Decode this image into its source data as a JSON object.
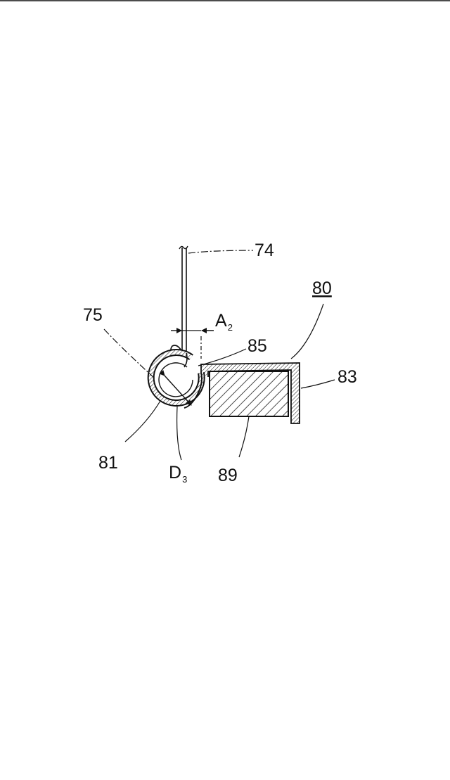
{
  "labels": {
    "part_74": "74",
    "part_75": "75",
    "part_80": "80",
    "part_81": "81",
    "part_83": "83",
    "part_85": "85",
    "part_89": "89",
    "dim_a_main": "A",
    "dim_a_sub": "2",
    "dim_d_main": "D",
    "dim_d_sub": "3"
  },
  "colors": {
    "line": "#111111",
    "background": "#ffffff"
  }
}
